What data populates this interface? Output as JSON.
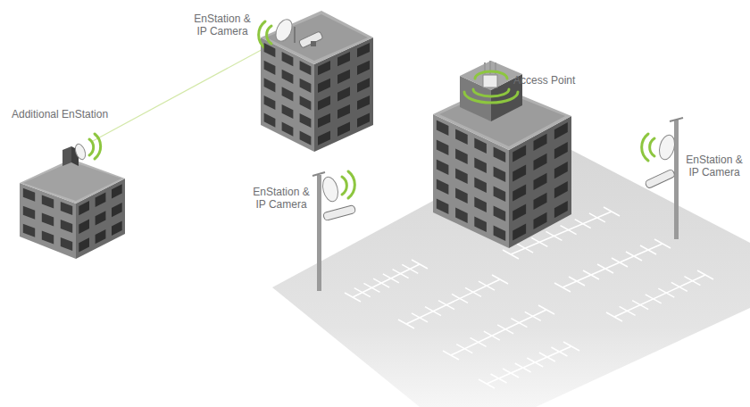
{
  "diagram": {
    "labels": [
      "EnStation & IP Camera",
      "Access Point",
      "Additional EnStation",
      "EnStation & IP Camera",
      "EnStation & IP Camera"
    ]
  }
}
